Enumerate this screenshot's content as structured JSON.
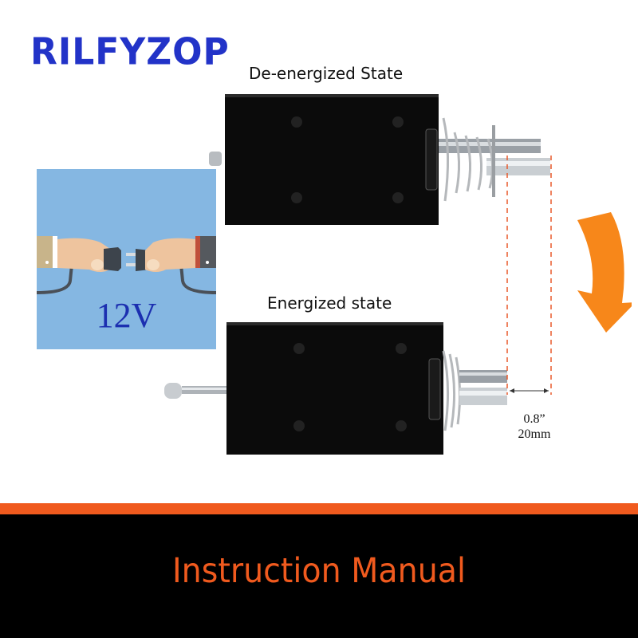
{
  "brand": {
    "name": "RILFYZOP",
    "color": "#2233c8"
  },
  "states": {
    "de_energized_label": "De-energized State",
    "energized_label": "Energized state"
  },
  "power_panel": {
    "voltage_label": "12V",
    "icon": "hands-plug-connect-icon",
    "background": "#85b7e2"
  },
  "stroke": {
    "inches": "0.8”",
    "mm": "20mm"
  },
  "arrow": {
    "icon": "curved-arrow-down-icon",
    "color": "#f7871a"
  },
  "footer": {
    "title": "Instruction Manual",
    "accent": "#f05a1e",
    "background": "#000000"
  }
}
